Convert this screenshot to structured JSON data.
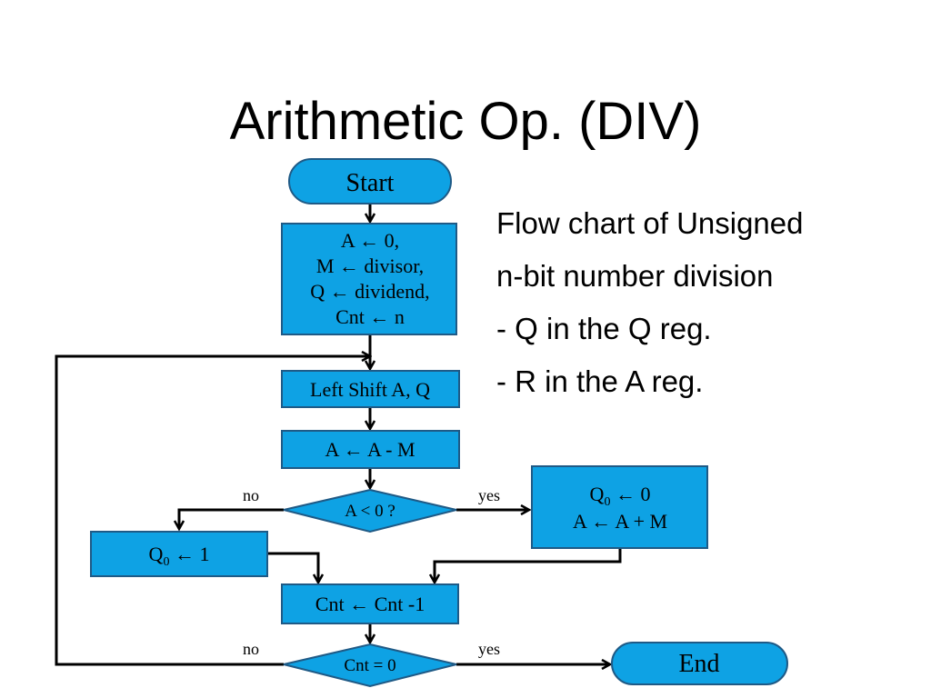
{
  "title": "Arithmetic Op. (DIV)",
  "notes": [
    "Flow chart of Unsigned",
    "n-bit number division",
    "- Q in the Q reg.",
    "- R in the A reg."
  ],
  "flow": {
    "start": "Start",
    "init": [
      "A ← 0,",
      "M ← divisor,",
      "Q ← dividend,",
      "Cnt ← n"
    ],
    "shift": "Left Shift A, Q",
    "subtract": "A ← A - M",
    "decision1": "A < 0 ?",
    "yes1": "yes",
    "no1": "no",
    "restore": {
      "q_line": "Q",
      "q_sub": "0",
      "q_rest": "  ← 0",
      "a_line": "A ← A + M"
    },
    "set_q": {
      "q": "Q",
      "sub": "0",
      "rest": " ← 1"
    },
    "decrement": "Cnt ← Cnt -1",
    "decision2": "Cnt = 0",
    "yes2": "yes",
    "no2": "no",
    "end": "End"
  },
  "colors": {
    "box_fill": "#0ea2e4",
    "box_stroke": "#1f5a86",
    "line": "#000000"
  }
}
